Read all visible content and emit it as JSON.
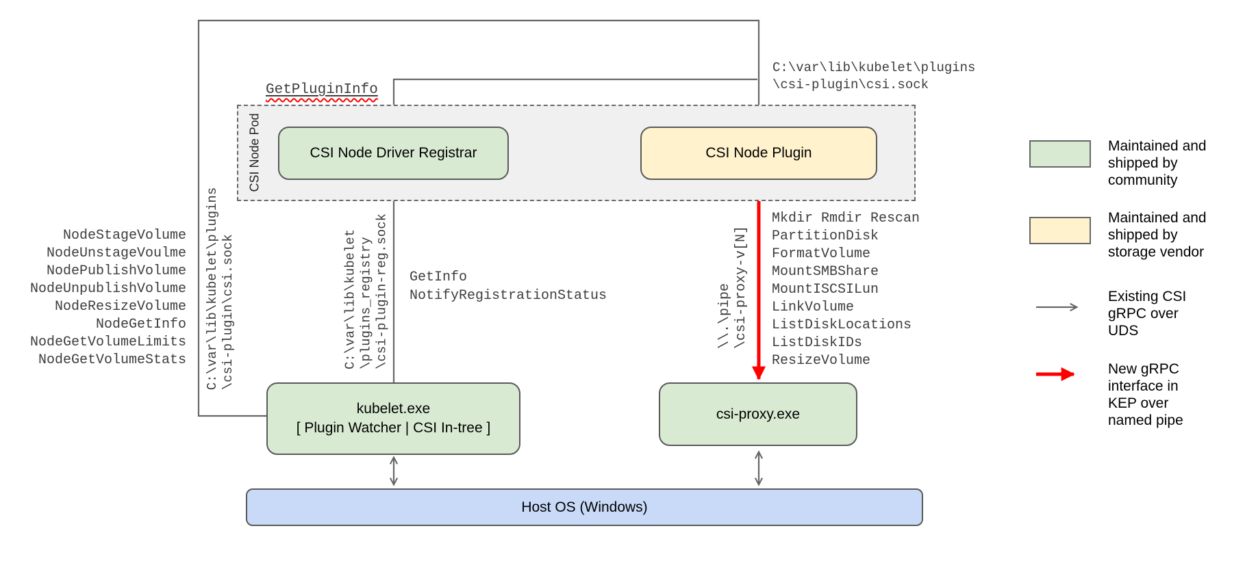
{
  "pod": {
    "label": "CSI Node Pod"
  },
  "nodes": {
    "registrar": "CSI Node Driver Registrar",
    "plugin": "CSI Node Plugin",
    "kubelet": "kubelet.exe\n[ Plugin Watcher | CSI In-tree ]",
    "csi_proxy": "csi-proxy.exe",
    "host_os": "Host OS (Windows)"
  },
  "annotations": {
    "get_plugin_info": "GetPluginInfo",
    "csi_sock_top": "C:\\var\\lib\\kubelet\\plugins\n\\csi-plugin\\csi.sock",
    "csi_sock_left": "C:\\var\\lib\\kubelet\\plugins\n\\csi-plugin\\csi.sock",
    "node_methods": "NodeStageVolume\nNodeUnstageVoulme\nNodePublishVolume\nNodeUnpublishVolume\nNodeResizeVolume\nNodeGetInfo\nNodeGetVolumeLimits\nNodeGetVolumeStats",
    "registration_sock": "C:\\var\\lib\\kubelet\n\\plugins_registry\n\\csi-plugin-reg.sock",
    "registration_calls": "GetInfo\nNotifyRegistrationStatus",
    "named_pipe": "\\\\.\\pipe\n\\csi-proxy-v[N]",
    "proxy_calls": "Mkdir Rmdir Rescan\nPartitionDisk\nFormatVolume\nMountSMBShare\nMountISCSILun\nLinkVolume\nListDiskLocations\nListDiskIDs\nResizeVolume"
  },
  "legend": {
    "community": "Maintained and\nshipped by\ncommunity",
    "vendor": "Maintained and\nshipped by\nstorage vendor",
    "existing_grpc": "Existing CSI\ngRPC over\nUDS",
    "new_grpc": "New gRPC\ninterface in\nKEP over\nnamed pipe"
  },
  "colors": {
    "community_fill": "#d9ead3",
    "vendor_fill": "#fff2cc",
    "host_os_fill": "#c9daf8",
    "pod_fill": "#f0f0f0",
    "wire_gray": "#666666",
    "new_interface_red": "#ff0000"
  }
}
